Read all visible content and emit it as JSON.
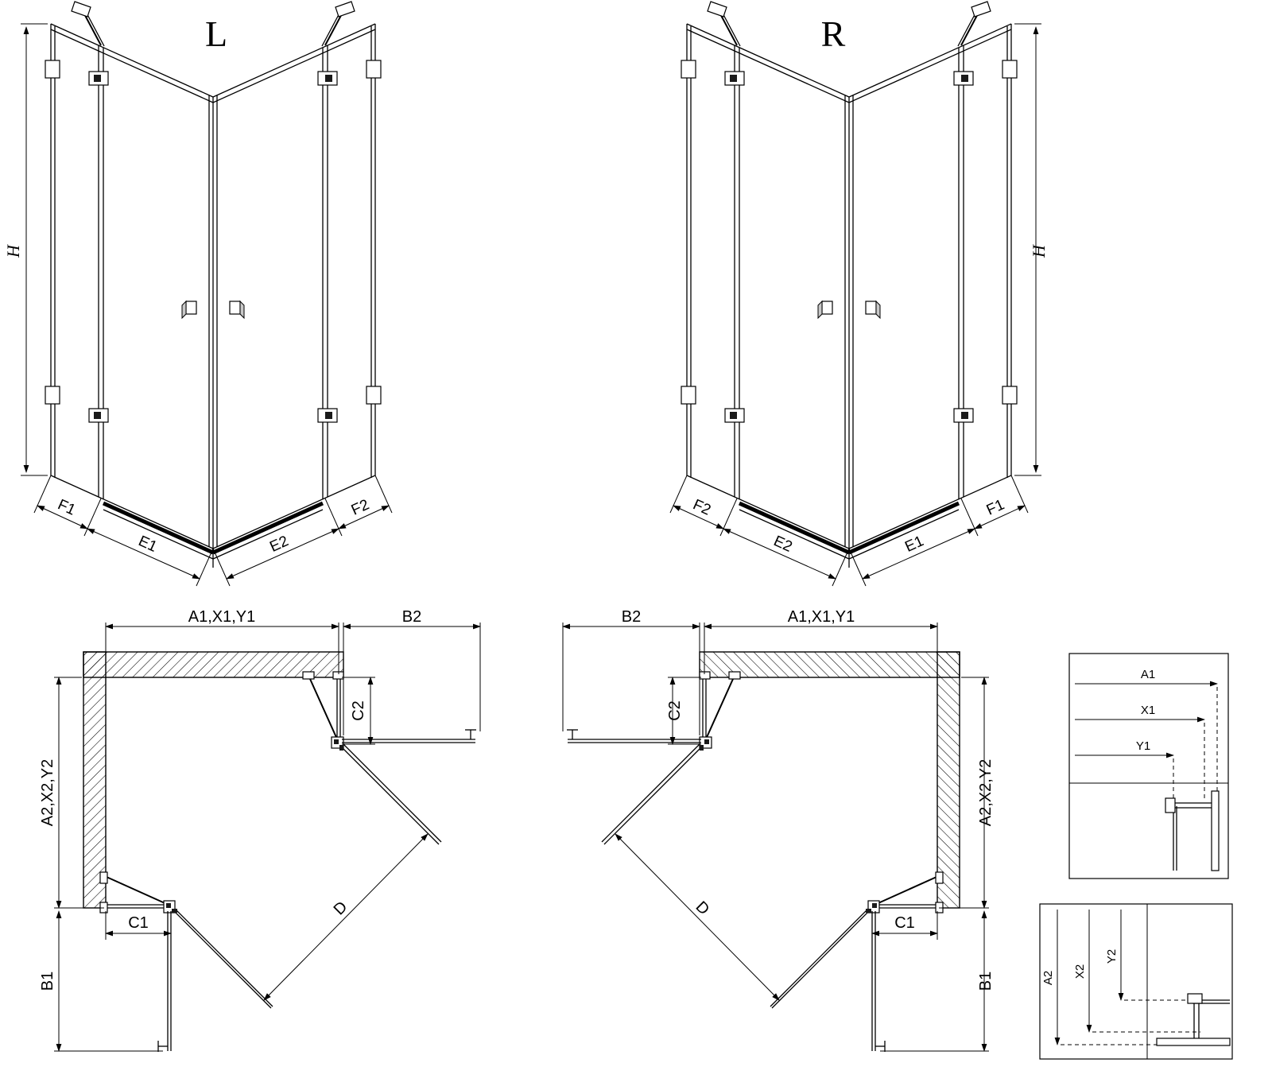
{
  "colors": {
    "line": "#000000",
    "background": "#ffffff"
  },
  "iso_left": {
    "title": "L",
    "h": "H",
    "f1": "F1",
    "e1": "E1",
    "e2": "E2",
    "f2": "F2"
  },
  "iso_right": {
    "title": "R",
    "h": "H",
    "f1": "F1",
    "e1": "E1",
    "e2": "E2",
    "f2": "F2"
  },
  "plan_left": {
    "top": "A1,X1,Y1",
    "side_top": "B2",
    "depth": "A2,X2,Y2",
    "side_bottom": "B1",
    "door_bottom": "C1",
    "door_side": "C2",
    "diagonal": "D"
  },
  "plan_right": {
    "top": "A1,X1,Y1",
    "side_top": "B2",
    "depth": "A2,X2,Y2",
    "side_bottom": "B1",
    "door_bottom": "C1",
    "door_side": "C2",
    "diagonal": "D"
  },
  "detail_widths": {
    "rows": [
      "A1",
      "X1",
      "Y1"
    ]
  },
  "detail_depths": {
    "rows": [
      "A2",
      "X2",
      "Y2"
    ]
  }
}
